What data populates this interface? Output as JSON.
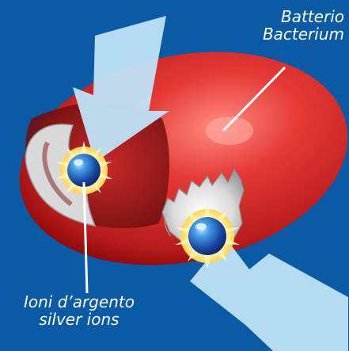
{
  "labels": {
    "bacterium": {
      "line1": "Batterio",
      "line2": "Bacterium"
    },
    "silver_ions": {
      "line1": "Ioni d’argento",
      "line2": "silver ions"
    }
  },
  "colors": {
    "background": "#0a5aa6",
    "bacterium": "#d62b2b",
    "arrow": "#bfe3f7",
    "ion": "#1f63b8",
    "leader_line": "#ffffff"
  },
  "icons": [
    "bacterium-cell",
    "silver-ion",
    "arrow"
  ]
}
